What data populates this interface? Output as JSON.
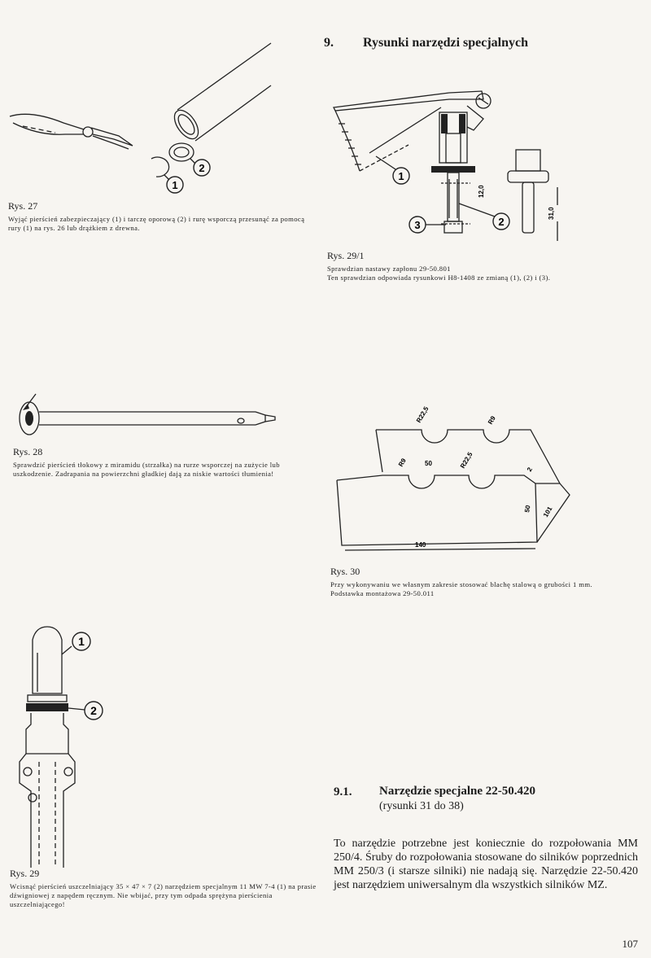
{
  "section": {
    "number": "9.",
    "title": "Rysunki narzędzi specjalnych"
  },
  "figures": {
    "rys27": {
      "title": "Rys. 27",
      "text": "Wyjąć pierścień zabezpieczający (1) i tarczę oporową (2) i rurę wsporczą przesunąć za pomocą rury (1) na rys. 26 lub drążkiem z drewna.",
      "callouts": [
        "1",
        "2"
      ]
    },
    "rys29_1": {
      "title": "Rys. 29/1",
      "line1": "Sprawdzian nastawy zapłonu 29-50.801",
      "line2": "Ten sprawdzian odpowiada rysunkowi H8-1408 ze zmianą (1), (2) i (3).",
      "callouts": [
        "1",
        "2",
        "3"
      ],
      "dims": [
        "12,0",
        "31,0"
      ]
    },
    "rys28": {
      "title": "Rys. 28",
      "text": "Sprawdzić pierścień tłokowy z miramidu (strzałka) na rurze wsporczej na zużycie lub uszkodzenie. Zadrapania na powierzchni gładkiej dają za niskie wartości tłumienia!"
    },
    "rys30": {
      "title": "Rys. 30",
      "line1": "Przy wykonywaniu we własnym zakresie stosować blachę stalową o grubości 1 mm.",
      "line2": "Podstawka montażowa 29-50.011",
      "dims": [
        "R22,5",
        "R9",
        "R9",
        "50",
        "R22,5",
        "2",
        "50",
        "101",
        "140"
      ]
    },
    "rys29": {
      "title": "Rys. 29",
      "text": "Wcisnąć pierścień uszczelniający 35 × 47 × 7 (2) narzędziem specjalnym 11 MW 7-4 (1) na prasie dźwigniowej z napędem ręcznym. Nie wbijać, przy tym odpada sprężyna pierścienia uszczelniającego!",
      "callouts": [
        "1",
        "2"
      ]
    }
  },
  "subsection": {
    "number": "9.1.",
    "title": "Narzędzie specjalne 22-50.420",
    "subtitle": "(rysunki 31 do 38)",
    "paragraph": "To narzędzie potrzebne jest koniecznie do rozpołowania MM 250/4. Śruby do rozpołowania stosowane do silników poprzednich MM 250/3 (i starsze silniki) nie nadają się. Narzędzie 22-50.420 jest narzędziem uniwersalnym dla wszystkich silników MZ."
  },
  "page_number": "107"
}
